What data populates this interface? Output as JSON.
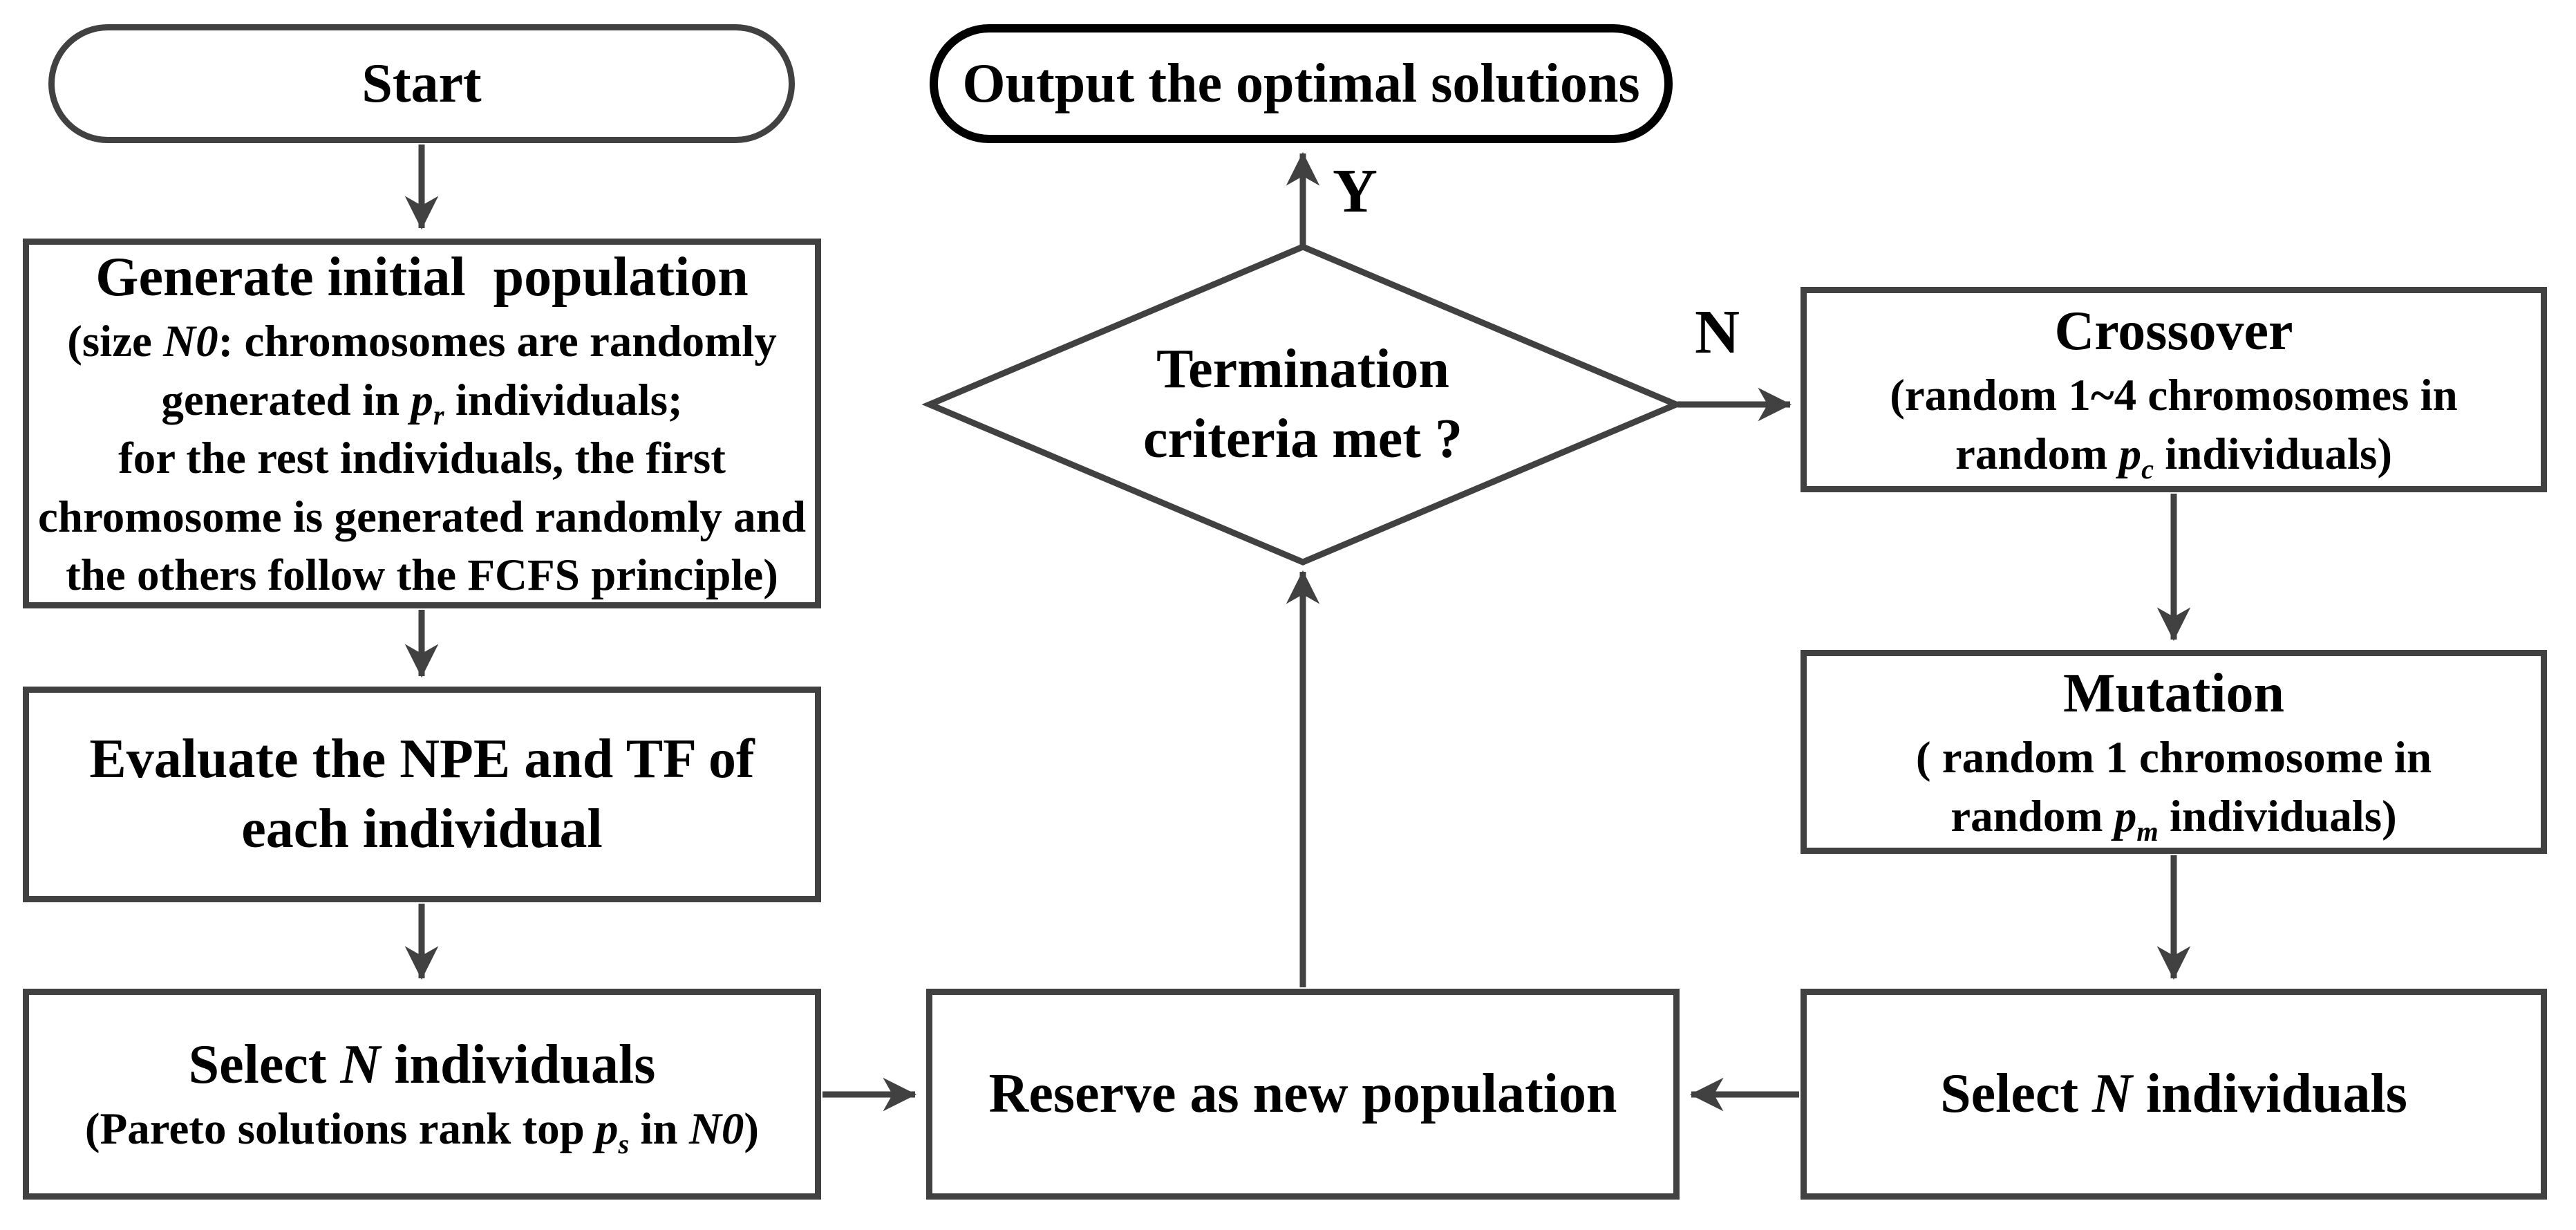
{
  "colors": {
    "line": "#414141",
    "rounded_terminal_border": "#000000",
    "text": "#000000",
    "background": "#ffffff"
  },
  "nodes": {
    "start": {
      "label": "Start"
    },
    "generate": {
      "title": "Generate initial  population",
      "l1a": "(size ",
      "l1var": "N0",
      "l1b": ": chromosomes are randomly",
      "l2a": "generated in ",
      "l2var": "p",
      "l2sub": "r",
      "l2b": " individuals;",
      "l3": "for the rest individuals, the first",
      "l4": "chromosome is generated randomly and",
      "l5": "the others follow the FCFS principle)"
    },
    "evaluate": {
      "line1": "Evaluate the NPE and TF of",
      "line2": "each individual"
    },
    "select_left": {
      "t1": "Select ",
      "tvar": "N",
      "t2": " individuals",
      "s1": "(Pareto solutions rank top ",
      "svar": "p",
      "ssub": "s",
      "s2": " in ",
      "svar2": "N0",
      "s3": ")"
    },
    "reserve": {
      "label": "Reserve as new population"
    },
    "termination": {
      "line1": "Termination",
      "line2": "criteria met ?"
    },
    "output": {
      "label": "Output the optimal solutions"
    },
    "crossover": {
      "title": "Crossover",
      "l1": "(random 1~4 chromosomes in",
      "l2a": "random ",
      "l2var": "p",
      "l2sub": "c",
      "l2b": " individuals)"
    },
    "mutation": {
      "title": "Mutation",
      "l1": "( random 1 chromosome in",
      "l2a": "random ",
      "l2var": "p",
      "l2sub": "m",
      "l2b": " individuals)"
    },
    "select_right": {
      "t1": "Select ",
      "tvar": "N",
      "t2": " individuals"
    }
  },
  "edges": {
    "yes_label": "Y",
    "no_label": "N"
  }
}
